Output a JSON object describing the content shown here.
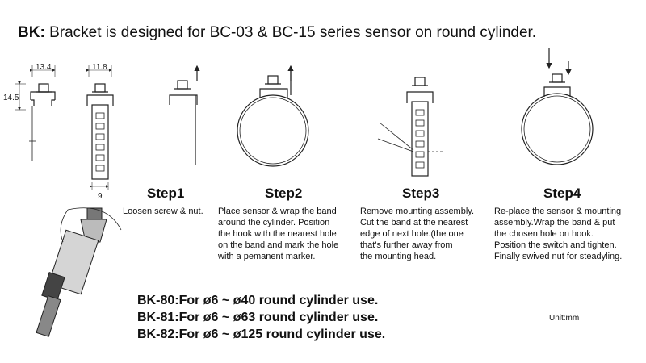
{
  "header": {
    "prefix": "BK:",
    "text": "Bracket is designed for BC-03 & BC-15 series sensor on round cylinder."
  },
  "dimensions": {
    "width_a": "13.4",
    "height_a": "14.5",
    "width_b": "11.8",
    "width_c": "9"
  },
  "steps": [
    {
      "title": "Step1",
      "lines": [
        "Loosen screw & nut."
      ]
    },
    {
      "title": "Step2",
      "lines": [
        "Place sensor & wrap the band",
        "around the cylinder. Position",
        "the hook with the nearest hole",
        "on the band and mark the hole",
        "with a pemanent marker."
      ]
    },
    {
      "title": "Step3",
      "lines": [
        "Remove mounting assembly.",
        "Cut the band at the nearest",
        "edge of next hole.(the one",
        "that's further away from",
        "the mounting head."
      ]
    },
    {
      "title": "Step4",
      "lines": [
        "Re-place the sensor & mounting",
        "assembly.Wrap the band & put",
        "the chosen hole on hook.",
        "Position the switch and tighten.",
        "Finally swived nut for steadyling."
      ]
    }
  ],
  "models": [
    {
      "code": "BK-80:",
      "text": "For ø6 ~ ø40 round cylinder use."
    },
    {
      "code": "BK-81:",
      "text": "For ø6 ~ ø63 round cylinder use."
    },
    {
      "code": "BK-82:",
      "text": "For ø6 ~ ø125 round cylinder use."
    }
  ],
  "unit_label": "Unit:mm",
  "colors": {
    "text": "#111111",
    "line": "#222222",
    "background": "#ffffff"
  }
}
